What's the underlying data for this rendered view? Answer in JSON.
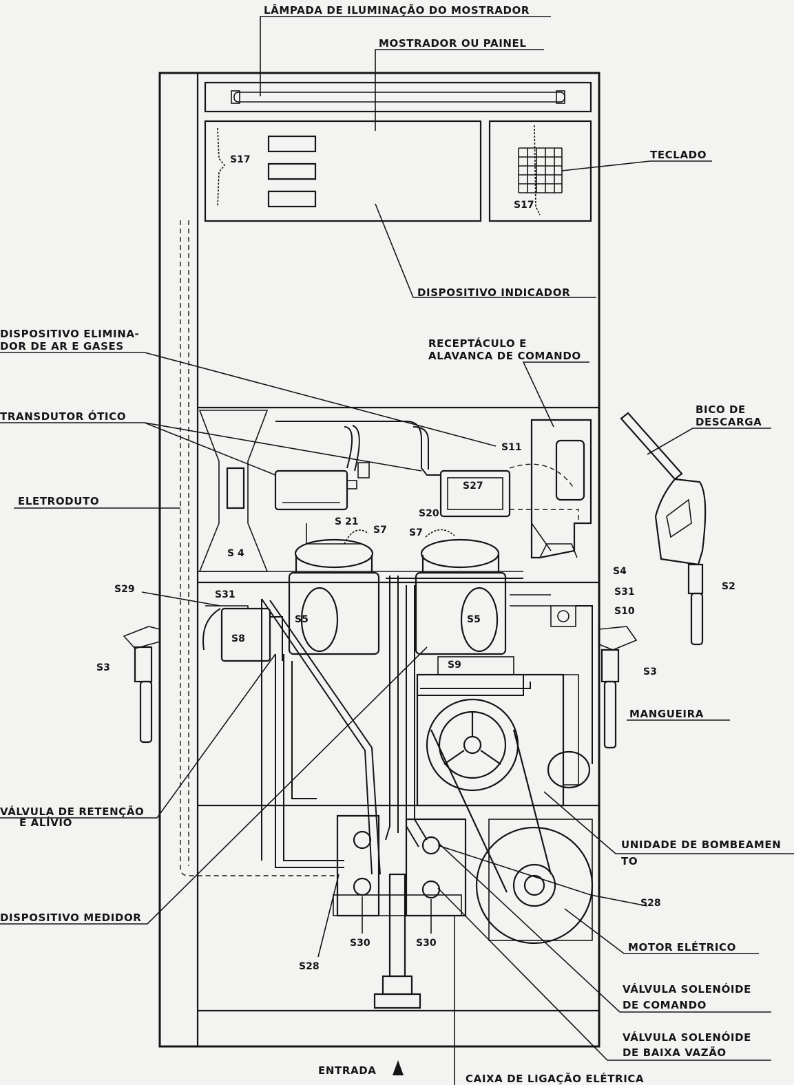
{
  "labels": {
    "lampada": "LÂMPADA DE ILUMINAÇÃO DO MOSTRADOR",
    "mostrador": "MOSTRADOR OU PAINEL",
    "teclado": "TECLADO",
    "dispositivo_indicador": "DISPOSITIVO INDICADOR",
    "eliminador_l1": "DISPOSITIVO ELIMINA-",
    "eliminador_l2": "DOR DE AR E GASES",
    "receptaculo_l1": "RECEPTÁCULO E",
    "receptaculo_l2": "ALAVANCA DE COMANDO",
    "bico_l1": "BICO DE",
    "bico_l2": "DESCARGA",
    "transdutor": "TRANSDUTOR ÓTICO",
    "eletroduto": "ELETRODUTO",
    "mangueira": "MANGUEIRA",
    "valvula_retencao_l1": "VÁLVULA DE RETENÇÃO",
    "valvula_retencao_l2": "E ALÍVIO",
    "unidade_l1": "UNIDADE DE BOMBEAMEN",
    "unidade_l2": "TO",
    "medidor": "DISPOSITIVO MEDIDOR",
    "motor": "MOTOR ELÉTRICO",
    "solenoide_comando_l1": "VÁLVULA SOLENÓIDE",
    "solenoide_comando_l2": "DE COMANDO",
    "solenoide_vazao_l1": "VÁLVULA SOLENÓIDE",
    "solenoide_vazao_l2": "DE BAIXA VAZÃO",
    "entrada": "ENTRADA",
    "caixa": "CAIXA DE LIGAÇÃO ELÉTRICA"
  },
  "seals": {
    "s17a": "S17",
    "s17b": "S17",
    "s11": "S11",
    "s27": "S27",
    "s21": "S 21",
    "s7a": "S7",
    "s20": "S20",
    "s7b": "S7",
    "s4a": "S 4",
    "s4b": "S4",
    "s29": "S29",
    "s31a": "S31",
    "s31b": "S31",
    "s10": "S10",
    "s2": "S2",
    "s8": "S8",
    "s5a": "S5",
    "s5b": "S5",
    "s3a": "S3",
    "s3b": "S3",
    "s9": "S9",
    "s28a": "S28",
    "s28b": "S28",
    "s30a": "S30",
    "s30b": "S30"
  },
  "colors": {
    "ink": "#151515",
    "paper": "#f3f3f1"
  }
}
